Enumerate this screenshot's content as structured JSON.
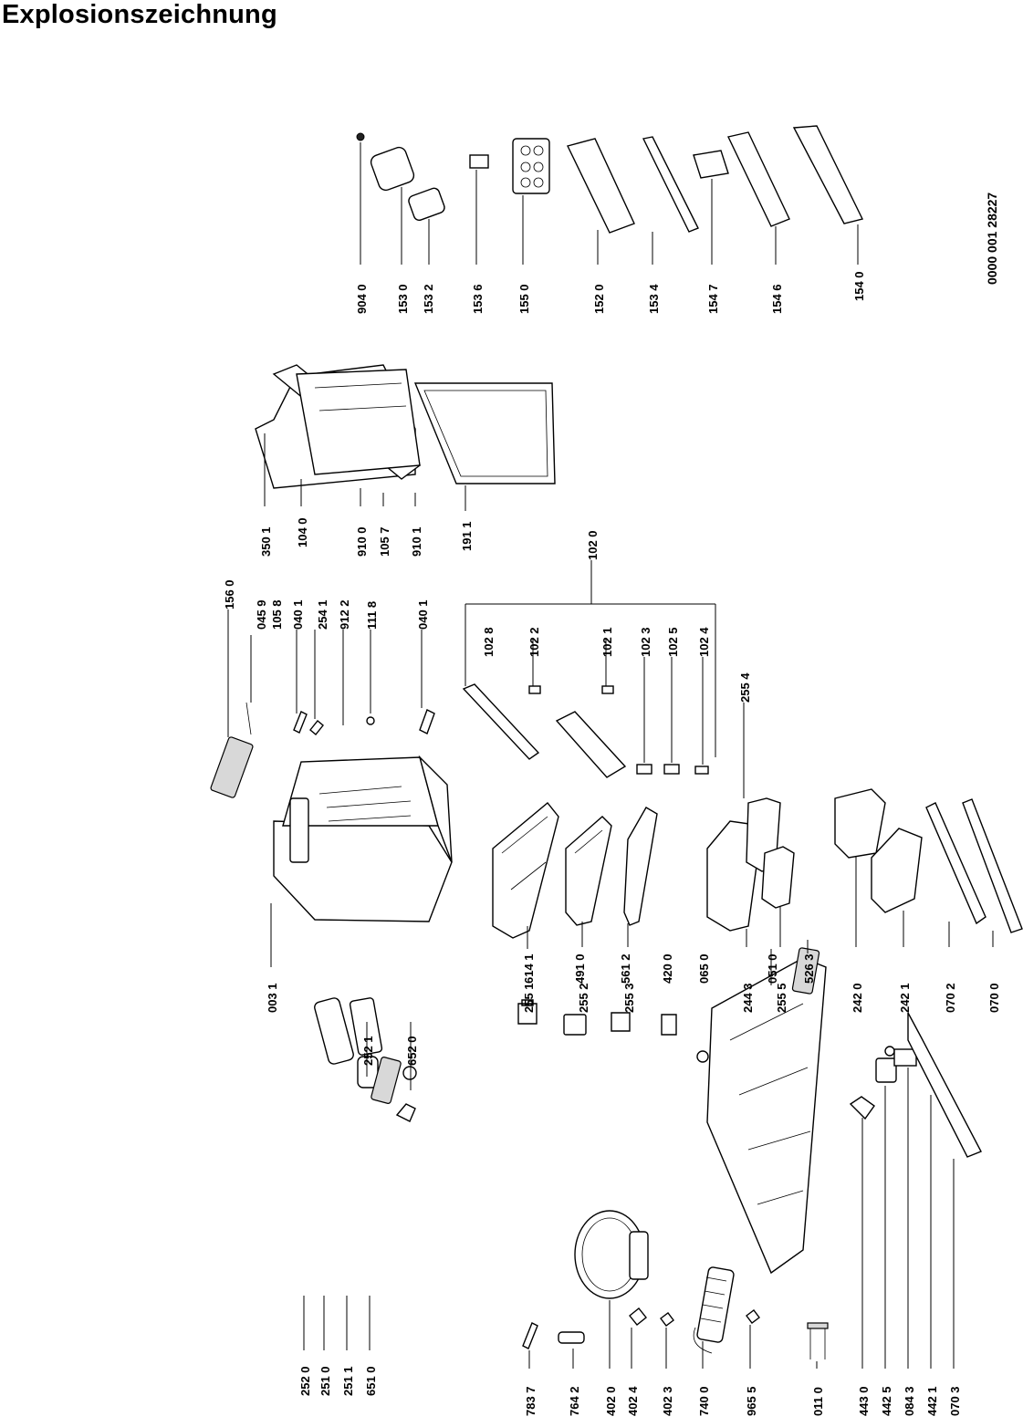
{
  "title": "Explosionszeichnung",
  "document_number": "0000 001 28227",
  "colors": {
    "ink": "#000000",
    "paper": "#ffffff"
  },
  "labels": {
    "l_0031": "003 1",
    "l_2521": "252 1",
    "l_6520": "652 0",
    "l_2520": "252 0",
    "l_2510": "251 0",
    "l_2511": "251 1",
    "l_6510": "651 0",
    "l_7837": "783 7",
    "l_7642": "764 2",
    "l_4020": "402 0",
    "l_4024": "402 4",
    "l_4023": "402 3",
    "l_7400": "740 0",
    "l_9655": "965 5",
    "l_0110": "011 0",
    "l_4430": "443 0",
    "l_4425": "442 5",
    "l_0843": "084 3",
    "l_4421": "442 1",
    "l_0703": "070 3",
    "l_6141": "614 1",
    "l_4910": "491 0",
    "l_5612": "561 2",
    "l_4200": "420 0",
    "l_0650": "065 0",
    "l_0510": "051 0",
    "l_5263": "526 3",
    "l_2551": "255 1",
    "l_2552": "255 2",
    "l_2553": "255 3",
    "l_2443": "244 3",
    "l_2555": "255 5",
    "l_2420": "242 0",
    "l_2421": "242 1",
    "l_0702": "070 2",
    "l_0700": "070 0",
    "l_1560": "156 0",
    "l_0459": "045 9",
    "l_1058": "105 8",
    "l_0401a": "040 1",
    "l_2541": "254 1",
    "l_9122": "912 2",
    "l_1118": "111 8",
    "l_0401b": "040 1",
    "l_1028": "102 8",
    "l_1022": "102 2",
    "l_1021": "102 1",
    "l_1023": "102 3",
    "l_1025": "102 5",
    "l_1024": "102 4",
    "l_2554": "255 4",
    "l_1020": "102 0",
    "l_3501": "350 1",
    "l_1040": "104 0",
    "l_9100": "910 0",
    "l_1057": "105 7",
    "l_9101": "910 1",
    "l_1911": "191 1",
    "l_9040": "904 0",
    "l_1530": "153 0",
    "l_1532": "153 2",
    "l_1536": "153 6",
    "l_1550": "155 0",
    "l_1520": "152 0",
    "l_1534": "153 4",
    "l_1547": "154 7",
    "l_1546": "154 6",
    "l_1540": "154 0"
  }
}
